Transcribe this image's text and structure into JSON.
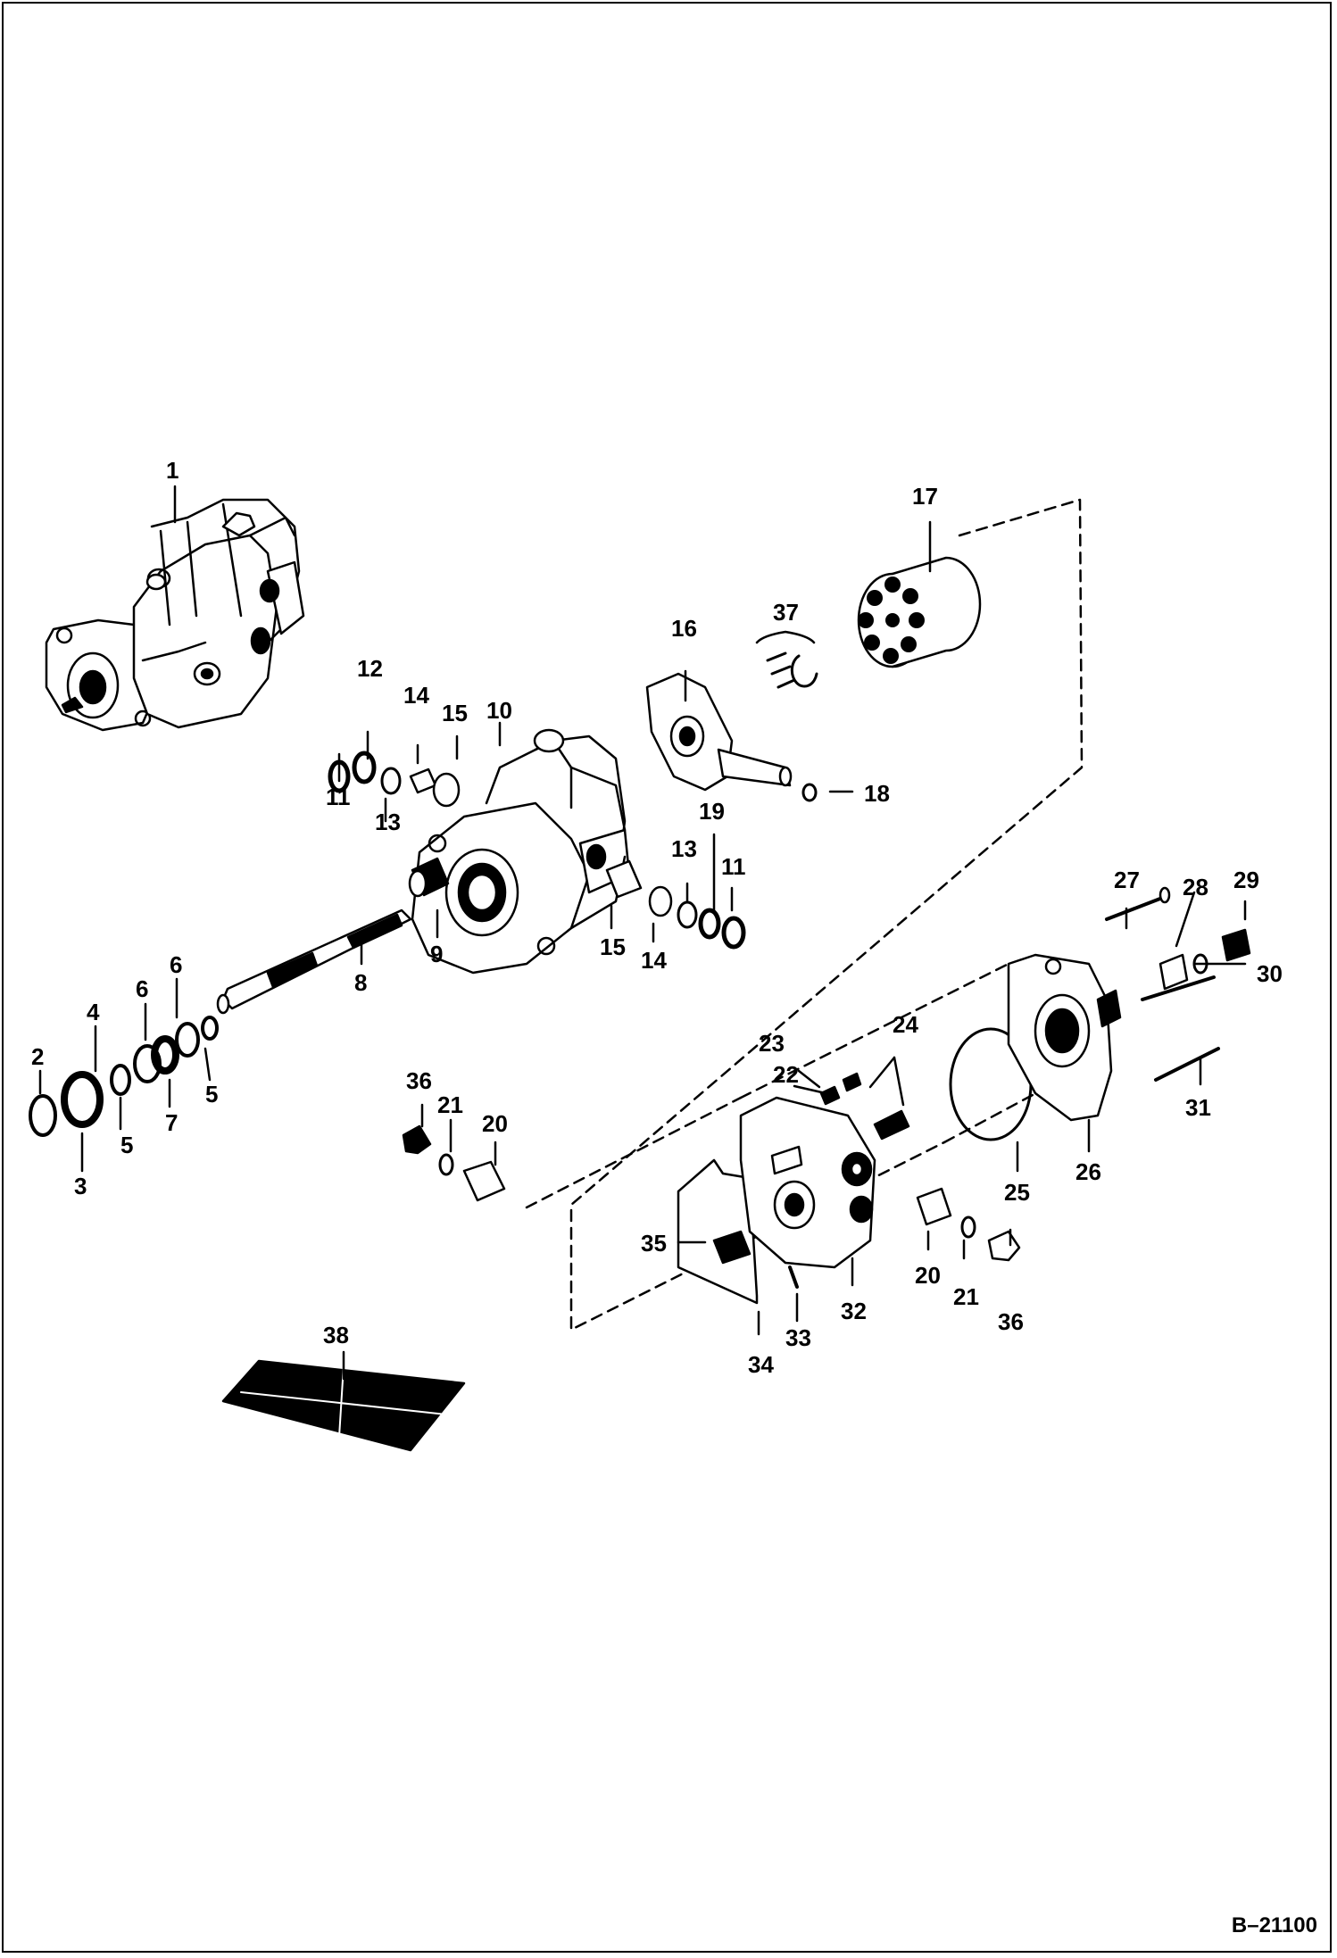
{
  "figure_number": "B–21100",
  "callouts": [
    "1",
    "2",
    "3",
    "4",
    "5",
    "5",
    "6",
    "6",
    "7",
    "8",
    "9",
    "10",
    "11",
    "11",
    "12",
    "13",
    "13",
    "14",
    "14",
    "15",
    "15",
    "16",
    "17",
    "18",
    "19",
    "20",
    "20",
    "21",
    "21",
    "22",
    "23",
    "24",
    "25",
    "26",
    "27",
    "28",
    "29",
    "30",
    "31",
    "32",
    "33",
    "34",
    "35",
    "36",
    "36",
    "37",
    "38"
  ],
  "ink_color": "#000000"
}
